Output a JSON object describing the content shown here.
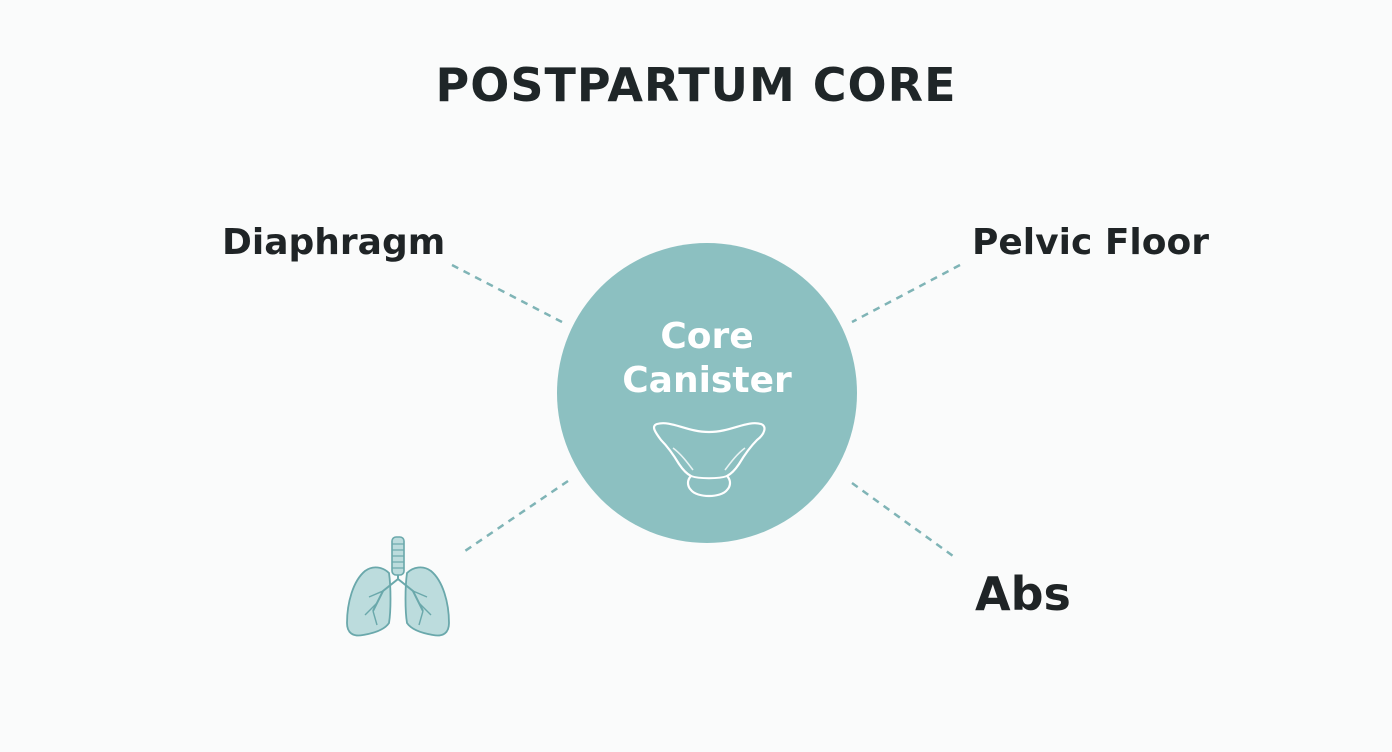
{
  "title": "POSTPARTUM CORE",
  "hub": {
    "line1": "Core",
    "line2": "Canister",
    "icon": "pelvis-icon"
  },
  "nodes": {
    "diaphragm": "Diaphragm",
    "pelvic_floor": "Pelvic Floor",
    "abs": "Abs"
  },
  "icons": {
    "lungs": "lungs-icon"
  },
  "colors": {
    "hub_fill": "#8cc0c1",
    "connector": "#7fb4b6",
    "lungs_fill": "#bcdcdd",
    "lungs_stroke": "#6aa8ab",
    "text": "#1f2426",
    "background": "#fafbfb"
  }
}
